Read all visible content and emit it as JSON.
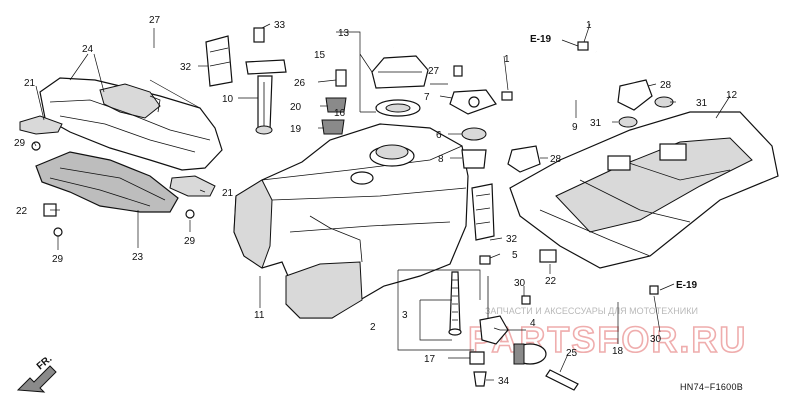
{
  "diagram": {
    "callouts": [
      {
        "id": "c1",
        "text": "1"
      },
      {
        "id": "c2",
        "text": "2"
      },
      {
        "id": "c3",
        "text": "3"
      },
      {
        "id": "c4",
        "text": "4"
      },
      {
        "id": "c5",
        "text": "5"
      },
      {
        "id": "c6",
        "text": "6"
      },
      {
        "id": "c7",
        "text": "7"
      },
      {
        "id": "c8",
        "text": "8"
      },
      {
        "id": "c9",
        "text": "9"
      },
      {
        "id": "c10",
        "text": "10"
      },
      {
        "id": "c11",
        "text": "11"
      },
      {
        "id": "c12",
        "text": "12"
      },
      {
        "id": "c13",
        "text": "13"
      },
      {
        "id": "c15",
        "text": "15"
      },
      {
        "id": "c16",
        "text": "16"
      },
      {
        "id": "c17",
        "text": "17"
      },
      {
        "id": "c18",
        "text": "18"
      },
      {
        "id": "c19",
        "text": "19"
      },
      {
        "id": "c20",
        "text": "20"
      },
      {
        "id": "c21a",
        "text": "21"
      },
      {
        "id": "c21b",
        "text": "21"
      },
      {
        "id": "c22a",
        "text": "22"
      },
      {
        "id": "c22b",
        "text": "22"
      },
      {
        "id": "c23",
        "text": "23"
      },
      {
        "id": "c24",
        "text": "24"
      },
      {
        "id": "c25",
        "text": "25"
      },
      {
        "id": "c26",
        "text": "26"
      },
      {
        "id": "c27a",
        "text": "27"
      },
      {
        "id": "c27b",
        "text": "27"
      },
      {
        "id": "c28a",
        "text": "28"
      },
      {
        "id": "c28b",
        "text": "28"
      },
      {
        "id": "c29a",
        "text": "29"
      },
      {
        "id": "c29b",
        "text": "29"
      },
      {
        "id": "c29c",
        "text": "29"
      },
      {
        "id": "c30a",
        "text": "30"
      },
      {
        "id": "c30b",
        "text": "30"
      },
      {
        "id": "c31a",
        "text": "31"
      },
      {
        "id": "c31b",
        "text": "31"
      },
      {
        "id": "c32a",
        "text": "32"
      },
      {
        "id": "c32b",
        "text": "32"
      },
      {
        "id": "c33",
        "text": "33"
      },
      {
        "id": "c34",
        "text": "34"
      }
    ],
    "refs": {
      "e19_top": "E-19",
      "e19_bottom": "E-19"
    },
    "direction_label": "FR.",
    "diagram_code": "HN74−F1600B",
    "watermark": {
      "caption": "ЗАПЧАСТИ И АКСЕССУАРЫ ДЛЯ МОТОТЕХНИКИ",
      "logo": "PARTSFOR.RU"
    }
  },
  "colors": {
    "ink": "#111111",
    "background": "#ffffff",
    "watermark_logo": "#e26b6b",
    "watermark_text": "#b9b9b9"
  }
}
